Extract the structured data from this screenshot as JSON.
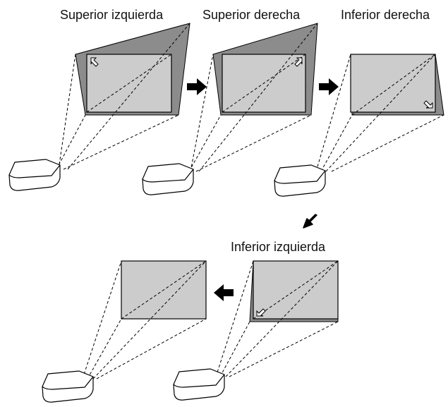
{
  "diagram": {
    "steps": [
      {
        "label": "Superior izquierda",
        "arrow_icon": "arrow-up-left-icon"
      },
      {
        "label": "Superior derecha",
        "arrow_icon": "arrow-up-right-icon"
      },
      {
        "label": "Inferior derecha",
        "arrow_icon": "arrow-down-right-icon"
      },
      {
        "label": "Inferior izquierda",
        "arrow_icon": "arrow-down-left-icon"
      }
    ],
    "colors": {
      "screen_fill": "#cccccc",
      "keystone_fill": "#8c8c8c",
      "outline": "#000000",
      "background": "#ffffff"
    }
  }
}
